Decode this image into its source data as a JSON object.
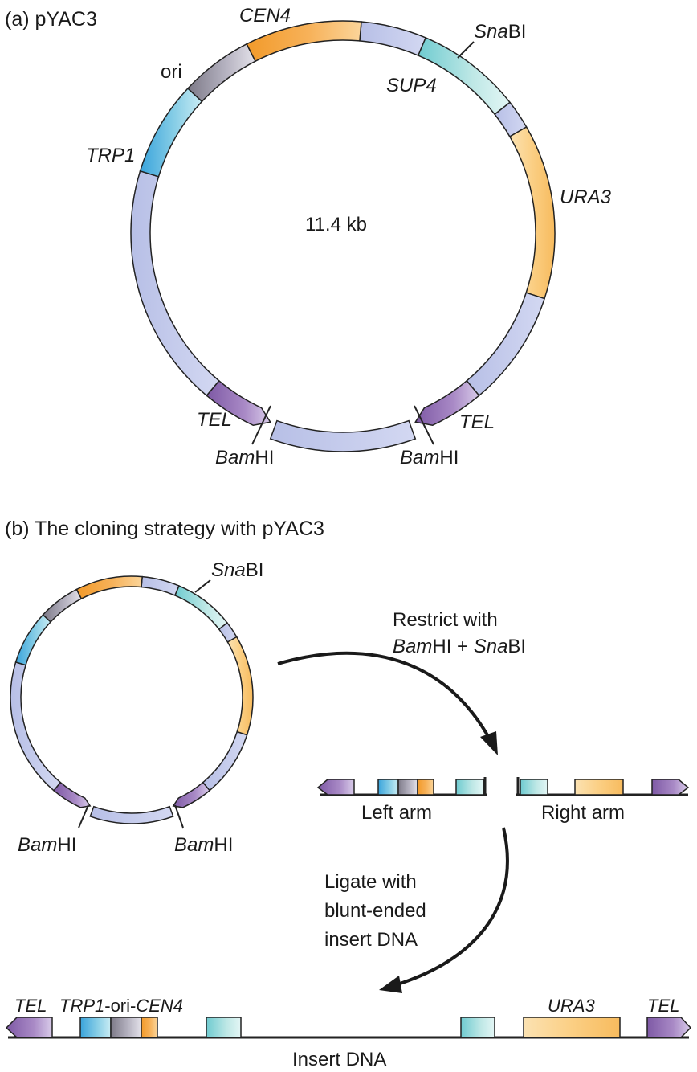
{
  "panel_a": {
    "title": "(a) pYAC3",
    "size_label": "11.4 kb",
    "labels": {
      "cen4": "CEN4",
      "snabi_name": "Sna",
      "snabi_suffix": "BI",
      "ori": "ori",
      "sup4": "SUP4",
      "trp1": "TRP1",
      "ura3": "URA3",
      "tel_left": "TEL",
      "tel_right": "TEL",
      "bamhi_left_name": "Bam",
      "bamhi_left_suffix": "HI",
      "bamhi_right_name": "Bam",
      "bamhi_right_suffix": "HI"
    }
  },
  "panel_b": {
    "title": "(b) The cloning strategy with pYAC3",
    "snabi_name": "Sna",
    "snabi_suffix": "BI",
    "bamhi_left_name": "Bam",
    "bamhi_left_suffix": "HI",
    "bamhi_right_name": "Bam",
    "bamhi_right_suffix": "HI",
    "step1_line1": "Restrict with",
    "step1_line2_a": "Bam",
    "step1_line2_b": "HI + ",
    "step1_line2_c": "Sna",
    "step1_line2_d": "BI",
    "left_arm": "Left arm",
    "right_arm": "Right arm",
    "step2_line1": "Ligate with",
    "step2_line2": "blunt-ended",
    "step2_line3": "insert DNA",
    "final_tel_left": "TEL",
    "final_trp1": "TRP1",
    "final_ori": "-ori-",
    "final_cen4": "CEN4",
    "final_ura3": "URA3",
    "final_tel_right": "TEL",
    "insert_dna": "Insert DNA"
  },
  "colors": {
    "backbone": "#c4cbec",
    "cen4": "#f6a43c",
    "sup4": "#a6dedd",
    "ura3": "#fbd18c",
    "trp1": "#58b4de",
    "ori": "#9d9aa8",
    "tel": "#9f7fbd",
    "outline": "#222222"
  }
}
